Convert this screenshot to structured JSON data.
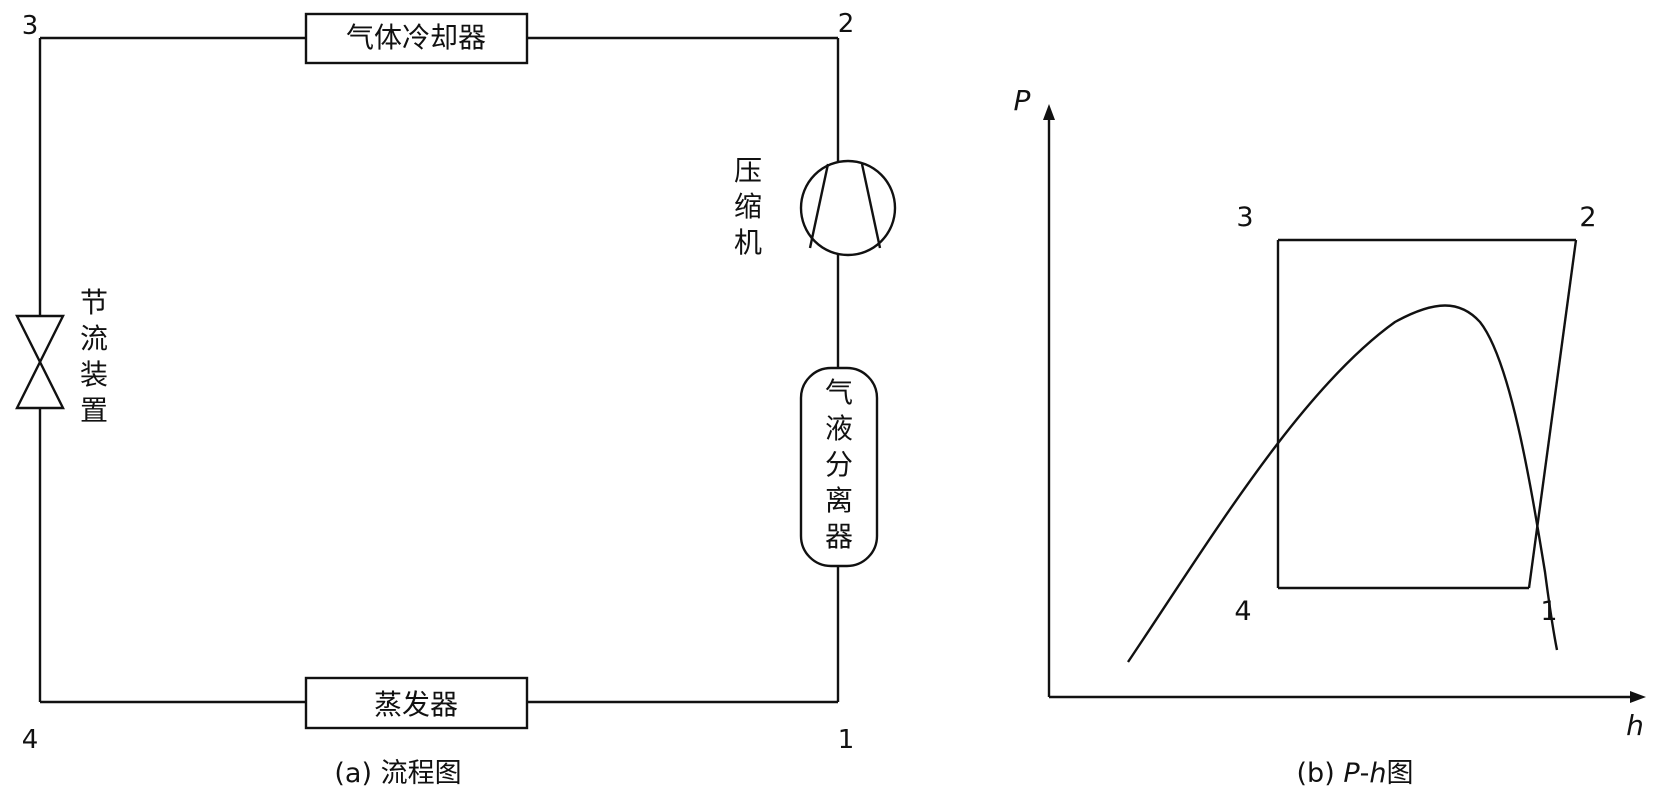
{
  "flow": {
    "nodes": [
      "3",
      "2",
      "4",
      "1"
    ],
    "gas_cooler": "气体冷却器",
    "evaporator": "蒸发器",
    "compressor": [
      "压",
      "缩",
      "机"
    ],
    "separator": [
      "气",
      "液",
      "分",
      "离",
      "器"
    ],
    "throttle": [
      "节",
      "流",
      "装",
      "置"
    ],
    "caption": "(a) 流程图"
  },
  "ph": {
    "y_axis": "P",
    "x_axis": "h",
    "points": [
      "3",
      "2",
      "4",
      "1"
    ],
    "caption_prefix": "(b) ",
    "caption_p": "P",
    "caption_dash": "-",
    "caption_h": "h",
    "caption_suffix": "图"
  }
}
